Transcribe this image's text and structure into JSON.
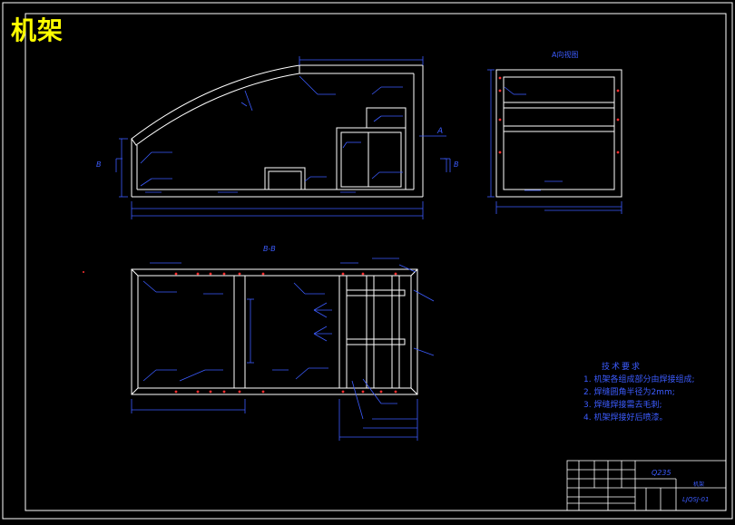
{
  "drawing": {
    "title": "机架",
    "view_a_label": "A向视图",
    "section_label": "B-B",
    "cut_a": "A",
    "cut_b_left": "B",
    "cut_b_right": "B"
  },
  "technical_requirements": {
    "title": "技术要求",
    "items": [
      "1. 机架各组成部分由焊接组成;",
      "2. 焊缝圆角半径为2mm;",
      "3. 焊缝焊接需去毛刺;",
      "4. 机架焊接好后喷漆。"
    ]
  },
  "title_block": {
    "material": "Q235",
    "part_name": "机架",
    "drawing_number": "LJQSJ-01"
  },
  "colors": {
    "background": "#000000",
    "outline": "#ffffff",
    "dimension": "#3c5cff",
    "title": "#ffff00",
    "hole_mark": "#ff3030"
  }
}
